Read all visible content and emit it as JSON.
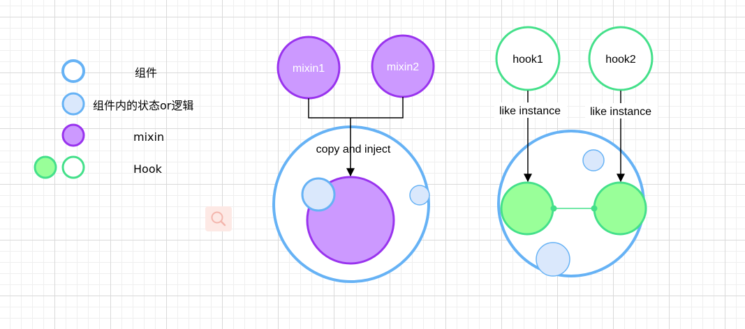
{
  "legend": {
    "component": "组件",
    "component_state": "组件内的状态or逻辑",
    "mixin": "mixin",
    "hook": "Hook"
  },
  "mixin_section": {
    "mixin1": "mixin1",
    "mixin2": "mixin2",
    "edge_label": "copy and inject"
  },
  "hook_section": {
    "hook1": "hook1",
    "hook2": "hook2",
    "edge_label_1": "like instance",
    "edge_label_2": "like instance"
  },
  "colors": {
    "component_stroke": "#66b2f5",
    "state_fill": "#dae8fc",
    "mixin_fill": "#cc99ff",
    "mixin_stroke": "#9933ee",
    "hook_fill": "#99ff99",
    "hook_stroke": "#44e08a"
  },
  "icons": {
    "zoom": "search-icon"
  }
}
